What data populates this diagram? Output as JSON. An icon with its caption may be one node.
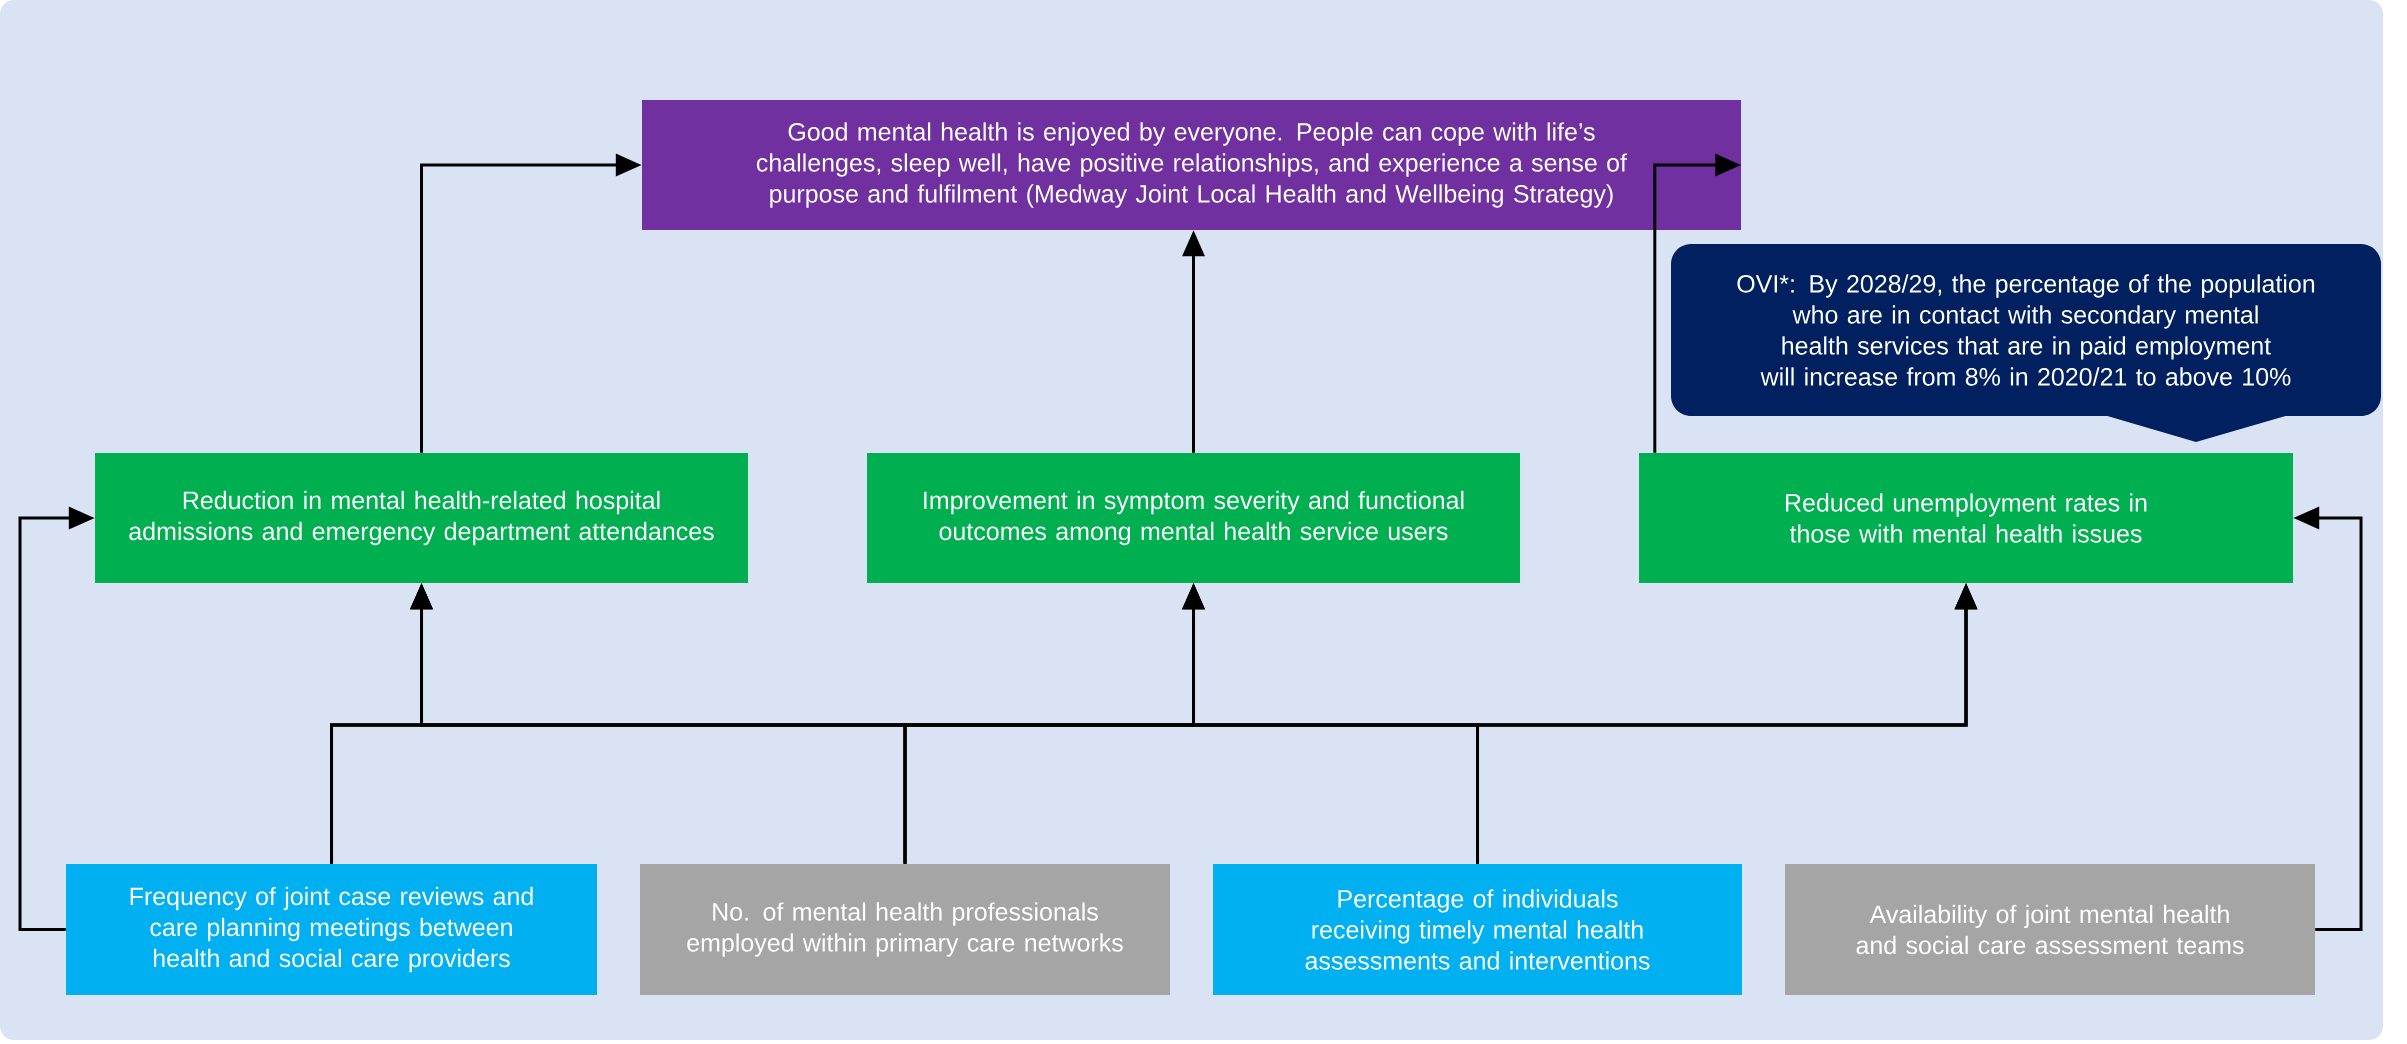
{
  "diagram": {
    "nodes": [
      {
        "text": [
          "Good mental health is enjoyed by everyone. People can cope with life’s challenges, sleep well, have positive relationships, and experience a sense of purpose and fulfilment (Medway Joint Local Health and Wellbeing Strategy)"
        ]
      },
      {
        "text": [
          "OVI*: By 2028/29, the percentage of the population who are in contact with secondary mental health services that are in paid employment will increase from 8% in 2020/21 to above 10%"
        ]
      },
      {
        "text": [
          "Reduction in mental health-related hospital admissions and emergency department attendances"
        ]
      },
      {
        "text": [
          "Improvement in symptom severity and functional outcomes among mental health service users"
        ]
      },
      {
        "text": [
          "Reduced unemployment rates in those with mental health issues"
        ]
      },
      {
        "text": [
          "Frequency of joint case reviews and care planning meetings between health and social care providers"
        ]
      },
      {
        "text": [
          "No. of mental health professionals employed within primary care networks"
        ]
      },
      {
        "text": [
          "Percentage of individuals receiving timely mental health assessments and interventions"
        ]
      },
      {
        "text": [
          "Availability of joint mental health and social care assessment teams"
        ]
      }
    ],
    "edges": [
      {
        "from": 2,
        "to": 0,
        "arrow": "to"
      },
      {
        "from": 3,
        "to": 0,
        "arrow": "to"
      },
      {
        "from": 4,
        "to": 0,
        "arrow": "to"
      },
      {
        "from": 5,
        "to": 2,
        "arrow": "to"
      },
      {
        "from": 5,
        "to": 3,
        "arrow": "to"
      },
      {
        "from": 5,
        "to": 4,
        "arrow": "to"
      },
      {
        "from": 6,
        "to": 2,
        "arrow": "to"
      },
      {
        "from": 6,
        "to": 3,
        "arrow": "to"
      },
      {
        "from": 6,
        "to": 4,
        "arrow": "to"
      },
      {
        "from": 7,
        "to": 2,
        "arrow": "to"
      },
      {
        "from": 7,
        "to": 3,
        "arrow": "to"
      },
      {
        "from": 7,
        "to": 4,
        "arrow": "to"
      },
      {
        "from": 5,
        "to": 2,
        "arrow": "to"
      },
      {
        "from": 8,
        "to": 4,
        "arrow": "to"
      }
    ]
  }
}
